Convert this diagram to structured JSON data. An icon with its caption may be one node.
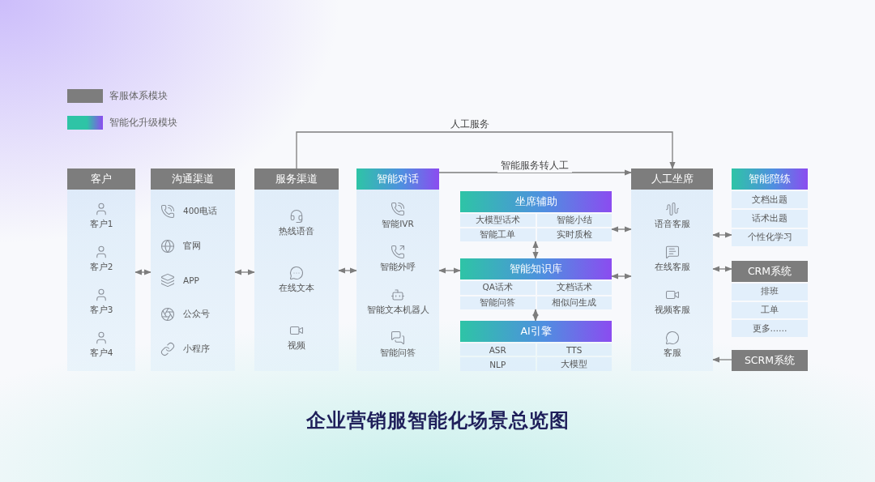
{
  "diagram": {
    "title": "企业营销服智能化场景总览图",
    "nodes": [
      {
        "text": [
          "客户",
          "客户1",
          "客户2",
          "客户3",
          "客户4"
        ]
      },
      {
        "text": [
          "沟通渠道",
          "400电话",
          "官网",
          "APP",
          "公众号",
          "小程序"
        ]
      },
      {
        "text": [
          "服务渠道",
          "热线语音",
          "在线文本",
          "视频"
        ]
      },
      {
        "text": [
          "智能对话",
          "智能IVR",
          "智能外呼",
          "智能文本机器人",
          "智能问答"
        ]
      },
      {
        "text": [
          "坐席辅助",
          "大模型话术",
          "智能小结",
          "智能工单",
          "实时质检"
        ]
      },
      {
        "text": [
          "智能知识库",
          "QA话术",
          "文档话术",
          "智能问答",
          "相似问生成"
        ]
      },
      {
        "text": [
          "AI引擎",
          "ASR",
          "TTS",
          "NLP",
          "大模型"
        ]
      },
      {
        "text": [
          "人工坐席",
          "语音客服",
          "在线客服",
          "视频客服",
          "客服"
        ]
      },
      {
        "text": [
          "智能陪练",
          "文档出题",
          "话术出题",
          "个性化学习"
        ]
      },
      {
        "text": [
          "CRM系统",
          "排班",
          "工单",
          "更多……"
        ]
      },
      {
        "text": [
          "SCRM系统"
        ]
      }
    ],
    "edges": [
      {
        "from": 0,
        "to": 1,
        "arrow": "both"
      },
      {
        "from": 1,
        "to": 2,
        "arrow": "both"
      },
      {
        "from": 2,
        "to": 3,
        "arrow": "both"
      },
      {
        "from": 2,
        "to": 7,
        "arrow": "to",
        "label": "人工服务"
      },
      {
        "from": 3,
        "to": 7,
        "arrow": "to",
        "label": "智能服务转人工"
      },
      {
        "from": 3,
        "to": 5,
        "arrow": "both"
      },
      {
        "from": 4,
        "to": 5,
        "arrow": "both"
      },
      {
        "from": 5,
        "to": 6,
        "arrow": "both"
      },
      {
        "from": 4,
        "to": 7,
        "arrow": "both"
      },
      {
        "from": 5,
        "to": 7,
        "arrow": "both"
      },
      {
        "from": 7,
        "to": 8,
        "arrow": "both"
      },
      {
        "from": 7,
        "to": 9,
        "arrow": "both"
      },
      {
        "from": 10,
        "to": 7,
        "arrow": "to"
      }
    ],
    "legend": [
      {
        "text": "客服体系模块",
        "color": "#7d7d7d"
      },
      {
        "text": "智能化升级模块",
        "color": "#2ec4a6"
      }
    ]
  }
}
